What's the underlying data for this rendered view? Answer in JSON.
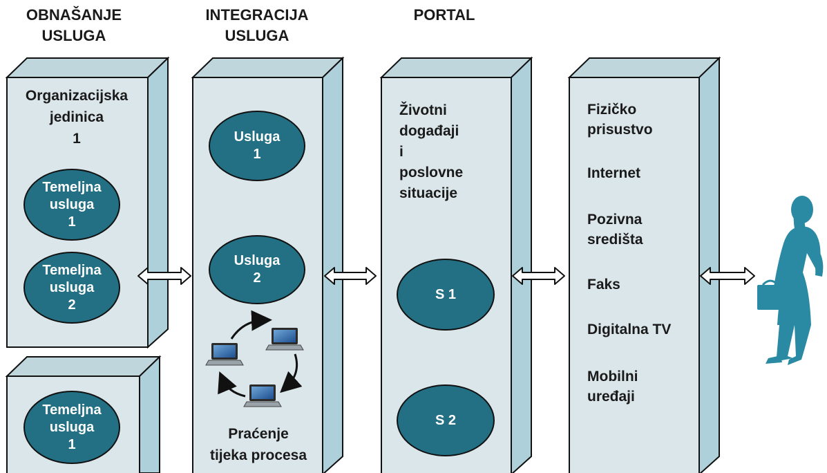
{
  "colors": {
    "box_front": "#dbe6ea",
    "box_top": "#bfd6dd",
    "box_side": "#aed0da",
    "ellipse": "#236f84",
    "silhouette": "#2a8aa3",
    "outline": "#111111"
  },
  "columns": [
    {
      "id": "obnasanje",
      "header": [
        "OBNAŠANJE",
        "USLUGA"
      ]
    },
    {
      "id": "integracija",
      "header": [
        "INTEGRACIJA",
        "USLUGA"
      ]
    },
    {
      "id": "portal",
      "header": [
        "PORTAL"
      ]
    }
  ],
  "box1": {
    "org_label": [
      "Organizacijska",
      "jedinica",
      "1"
    ],
    "services": [
      [
        "Temeljna",
        "usluga",
        "1"
      ],
      [
        "Temeljna",
        "usluga",
        "2"
      ]
    ]
  },
  "box1b": {
    "services": [
      [
        "Temeljna",
        "usluga",
        "1"
      ]
    ]
  },
  "box2": {
    "services": [
      [
        "Usluga",
        "1"
      ],
      [
        "Usluga",
        "2"
      ]
    ],
    "process_label": [
      "Praćenje",
      "tijeka procesa"
    ],
    "icons": [
      "laptop-icon",
      "laptop-icon",
      "laptop-icon",
      "cycle-arrows-icon"
    ]
  },
  "box3": {
    "label": [
      "Životni",
      "događaji",
      "i",
      "poslovne",
      "situacije"
    ],
    "situations": [
      "S 1",
      "S 2"
    ]
  },
  "box4": {
    "channels": [
      [
        "Fizičko",
        "prisustvo"
      ],
      [
        "Internet"
      ],
      [
        "Pozivna",
        "središta"
      ],
      [
        "Faks"
      ],
      [
        "Digitalna TV"
      ],
      [
        "Mobilni",
        "uređaji"
      ]
    ]
  },
  "connectors": [
    "double-arrow-icon",
    "double-arrow-icon",
    "double-arrow-icon",
    "double-arrow-icon"
  ],
  "user_icon": "businesswoman-silhouette-icon"
}
